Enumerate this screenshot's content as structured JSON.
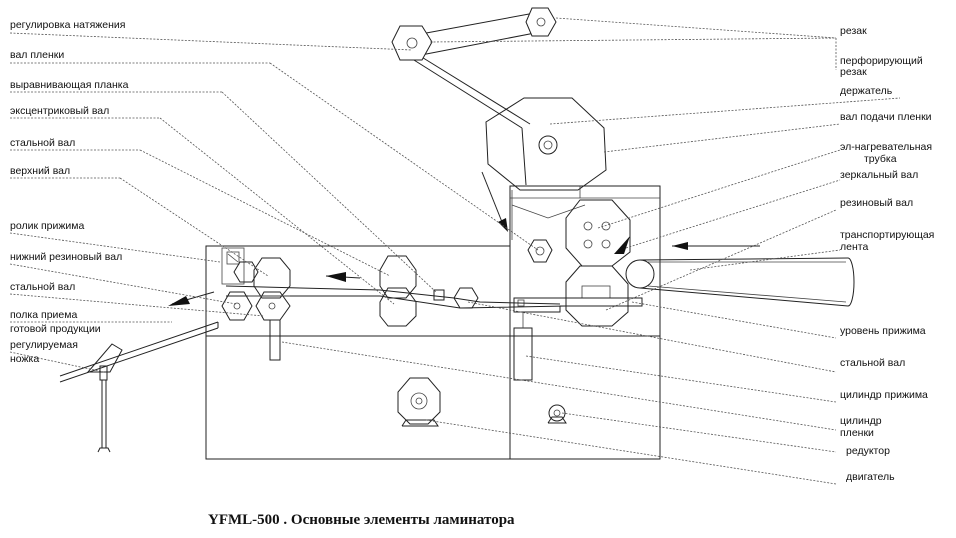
{
  "caption": "YFML-500 . Основные элементы ламинатора",
  "labels_left": [
    "регулировка натяжения",
    "вал пленки",
    "выравнивающая планка",
    "эксцентриковый вал",
    "стальной вал",
    "верхний вал",
    "ролик прижима",
    "нижний резиновый вал",
    "стальной вал",
    "полка приема",
    "готовой продукции",
    "регулируемая",
    "ножка"
  ],
  "labels_right": [
    "резак",
    "перфорирующий",
    "резак",
    "держатель",
    "вал подачи пленки",
    "эл-нагревательная",
    "трубка",
    "зеркальный вал",
    "резиновый вал",
    "транспортирующая",
    "лента",
    "уровень прижима",
    "стальной вал",
    "цилиндр прижима",
    "цилиндр",
    "пленки",
    "редуктор",
    "двигатель"
  ]
}
